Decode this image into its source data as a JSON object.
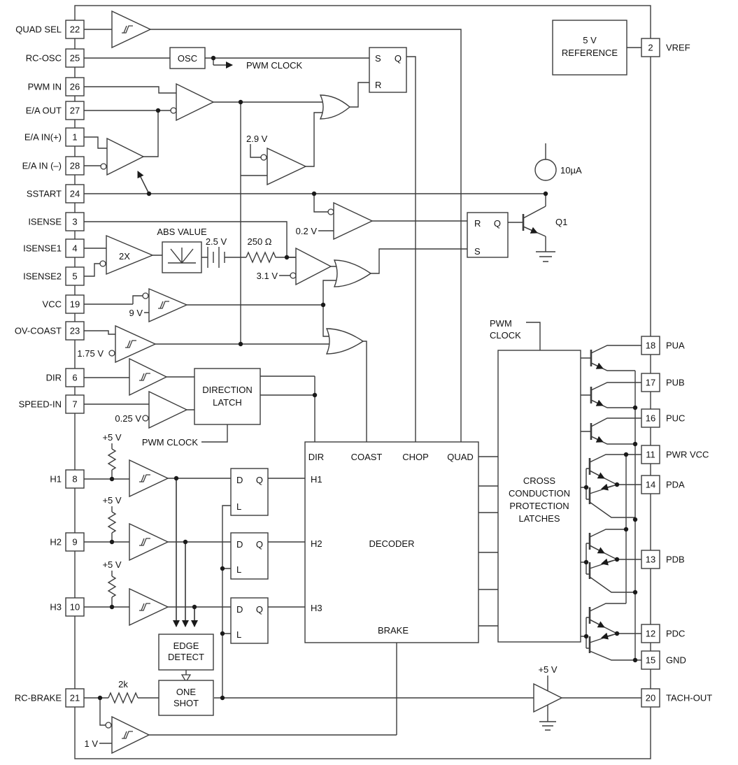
{
  "colors": {
    "line": "#3c3c3c",
    "background": "#ffffff"
  },
  "pins": {
    "left": [
      {
        "label": "QUAD SEL",
        "num": "22"
      },
      {
        "label": "RC-OSC",
        "num": "25"
      },
      {
        "label": "PWM IN",
        "num": "26"
      },
      {
        "label": "E/A OUT",
        "num": "27"
      },
      {
        "label": "E/A IN(+)",
        "num": "1"
      },
      {
        "label": "E/A IN (–)",
        "num": "28"
      },
      {
        "label": "SSTART",
        "num": "24"
      },
      {
        "label": "ISENSE",
        "num": "3"
      },
      {
        "label": "ISENSE1",
        "num": "4"
      },
      {
        "label": "ISENSE2",
        "num": "5"
      },
      {
        "label": "VCC",
        "num": "19"
      },
      {
        "label": "OV-COAST",
        "num": "23"
      },
      {
        "label": "DIR",
        "num": "6"
      },
      {
        "label": "SPEED-IN",
        "num": "7"
      },
      {
        "label": "H1",
        "num": "8"
      },
      {
        "label": "H2",
        "num": "9"
      },
      {
        "label": "H3",
        "num": "10"
      },
      {
        "label": "RC-BRAKE",
        "num": "21"
      }
    ],
    "right": [
      {
        "num": "2",
        "label": "VREF"
      },
      {
        "num": "18",
        "label": "PUA"
      },
      {
        "num": "17",
        "label": "PUB"
      },
      {
        "num": "16",
        "label": "PUC"
      },
      {
        "num": "11",
        "label": "PWR VCC"
      },
      {
        "num": "14",
        "label": "PDA"
      },
      {
        "num": "13",
        "label": "PDB"
      },
      {
        "num": "12",
        "label": "PDC"
      },
      {
        "num": "15",
        "label": "GND"
      },
      {
        "num": "20",
        "label": "TACH-OUT"
      }
    ]
  },
  "blocks": {
    "osc": "OSC",
    "reference_line1": "5 V",
    "reference_line2": "REFERENCE",
    "direction_latch_line1": "DIRECTION",
    "direction_latch_line2": "LATCH",
    "decoder": {
      "dir": "DIR",
      "coast": "COAST",
      "chop": "CHOP",
      "quad": "QUAD",
      "h1": "H1",
      "h2": "H2",
      "h3": "H3",
      "name": "DECODER",
      "brake": "BRAKE"
    },
    "cross_line1": "CROSS",
    "cross_line2": "CONDUCTION",
    "cross_line3": "PROTECTION",
    "cross_line4": "LATCHES",
    "edge_detect_line1": "EDGE",
    "edge_detect_line2": "DETECT",
    "one_shot_line1": "ONE",
    "one_shot_line2": "SHOT",
    "abs_value": "ABS VALUE",
    "ff1": {
      "s": "S",
      "q": "Q",
      "r": "R"
    },
    "ff2": {
      "r": "R",
      "s": "S",
      "q": "Q"
    },
    "latch": {
      "d": "D",
      "q": "Q",
      "l": "L"
    }
  },
  "labels": {
    "pwm_clock_top": "PWM CLOCK",
    "pwm_clock_dir": "PWM CLOCK",
    "pwm_cross_line1": "PWM",
    "pwm_cross_line2": "CLOCK",
    "v29": "2.9 V",
    "v02": "0.2 V",
    "v31": "3.1 V",
    "v25": "2.5 V",
    "r250": "250 Ω",
    "gain2x": "2X",
    "v9": "9 V",
    "v175": "1.75 V",
    "v025": "0.25 V",
    "v1": "1 V",
    "p5v": "+5 V",
    "i10": "10µA",
    "q1": "Q1",
    "r2k": "2k"
  }
}
